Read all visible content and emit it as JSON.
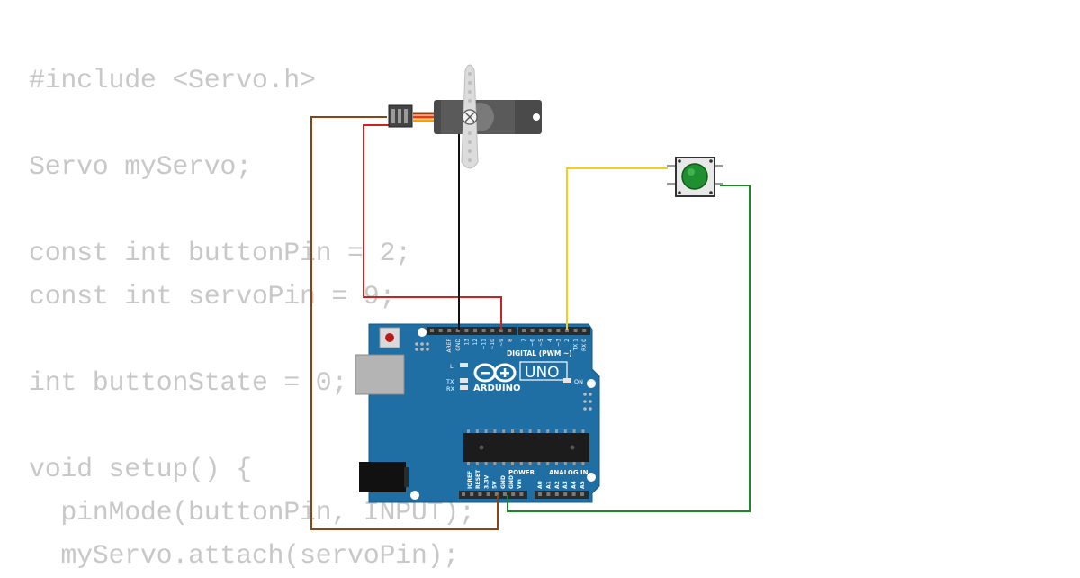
{
  "code": {
    "lines": [
      "#include <Servo.h>",
      "",
      "Servo myServo;",
      "",
      "const int buttonPin = 2;",
      "const int servoPin = 9;",
      "",
      "int buttonState = 0;",
      "",
      "void setup() {",
      "  pinMode(buttonPin, INPUT);",
      "  myServo.attach(servoPin);"
    ]
  },
  "board": {
    "brand": "ARDUINO",
    "model": "UNO",
    "digital_header_label": "DIGITAL (PWM ~)",
    "power_label": "POWER",
    "analog_label": "ANALOG IN",
    "on_label": "ON",
    "led_l": "L",
    "led_tx": "TX",
    "led_rx": "RX",
    "digital_pins": [
      "AREF",
      "GND",
      "13",
      "12",
      "~11",
      "~10",
      "~9",
      "8",
      "7",
      "~6",
      "~5",
      "4",
      "~3",
      "2",
      "TX 1",
      "RX 0"
    ],
    "power_pins": [
      "IOREF",
      "RESET",
      "3.3V",
      "5V",
      "GND",
      "GND",
      "Vin"
    ],
    "analog_pins": [
      "A0",
      "A1",
      "A2",
      "A3",
      "A4",
      "A5"
    ]
  },
  "colors": {
    "code_text": "#c8c8c8",
    "board_blue": "#1f6fa5",
    "wire_brown": "#8b4513",
    "wire_red": "#cc2222",
    "wire_black": "#111111",
    "wire_yellow": "#f2cf1a",
    "wire_green": "#1a8a2a",
    "button_cap": "#1f8f2f"
  }
}
